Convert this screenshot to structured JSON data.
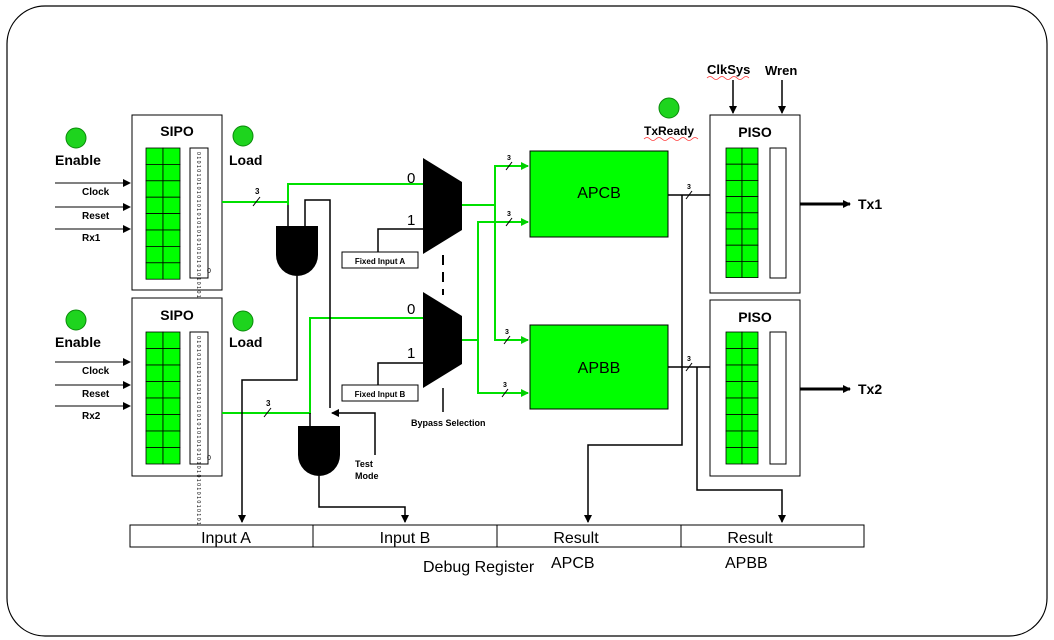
{
  "inputs_top": {
    "enable": "Enable",
    "clock": "Clock",
    "reset": "Reset",
    "rx": "Rx1"
  },
  "inputs_bottom": {
    "enable": "Enable",
    "clock": "Clock",
    "reset": "Reset",
    "rx": "Rx2"
  },
  "sipo_top": {
    "title": "SIPO",
    "load": "Load",
    "bits": "0 1 0 1 0 1 0 1 0 1 0 1 0 1 0 1 0 1 0 1 0 1 0 1 0 1 0 1 0 1 0 1 0 1 0 1 0 1 0 1 0 1 0 1 0 1 0 1",
    "tail": "0"
  },
  "sipo_bottom": {
    "title": "SIPO",
    "load": "Load",
    "bits": "0 1 0 1 0 1 0 1 0 1 0 1 0 1 0 1 0 1 0 1 0 1 0 1 0 1 0 1 0 1 0 1 0 1 0 1 0 1 0 1 0 1 0 1 0 1 0 1",
    "tail": "0"
  },
  "bus_width": "3",
  "mux_top": {
    "in0": "0",
    "in1": "1",
    "fixed": "Fixed Input A"
  },
  "mux_bottom": {
    "in0": "0",
    "in1": "1",
    "fixed": "Fixed Input B"
  },
  "bypass": "Bypass Selection",
  "test_mode": {
    "line1": "Test",
    "line2": "Mode"
  },
  "apcb": "APCB",
  "apbb": "APBB",
  "txready": "TxReady",
  "clksys": "ClkSys",
  "wren": "Wren",
  "piso_top": {
    "title": "PISO",
    "out": "Tx1"
  },
  "piso_bottom": {
    "title": "PISO",
    "out": "Tx2"
  },
  "debug": {
    "cells": [
      "Input A",
      "Input B",
      "Result",
      "Result"
    ],
    "sub_apcb": "APCB",
    "sub_apbb": "APBB",
    "caption": "Debug Register"
  },
  "colors": {
    "green": "#00ff00",
    "led": "#1ed41e",
    "wire": "#000000",
    "green_wire": "#00e000"
  }
}
